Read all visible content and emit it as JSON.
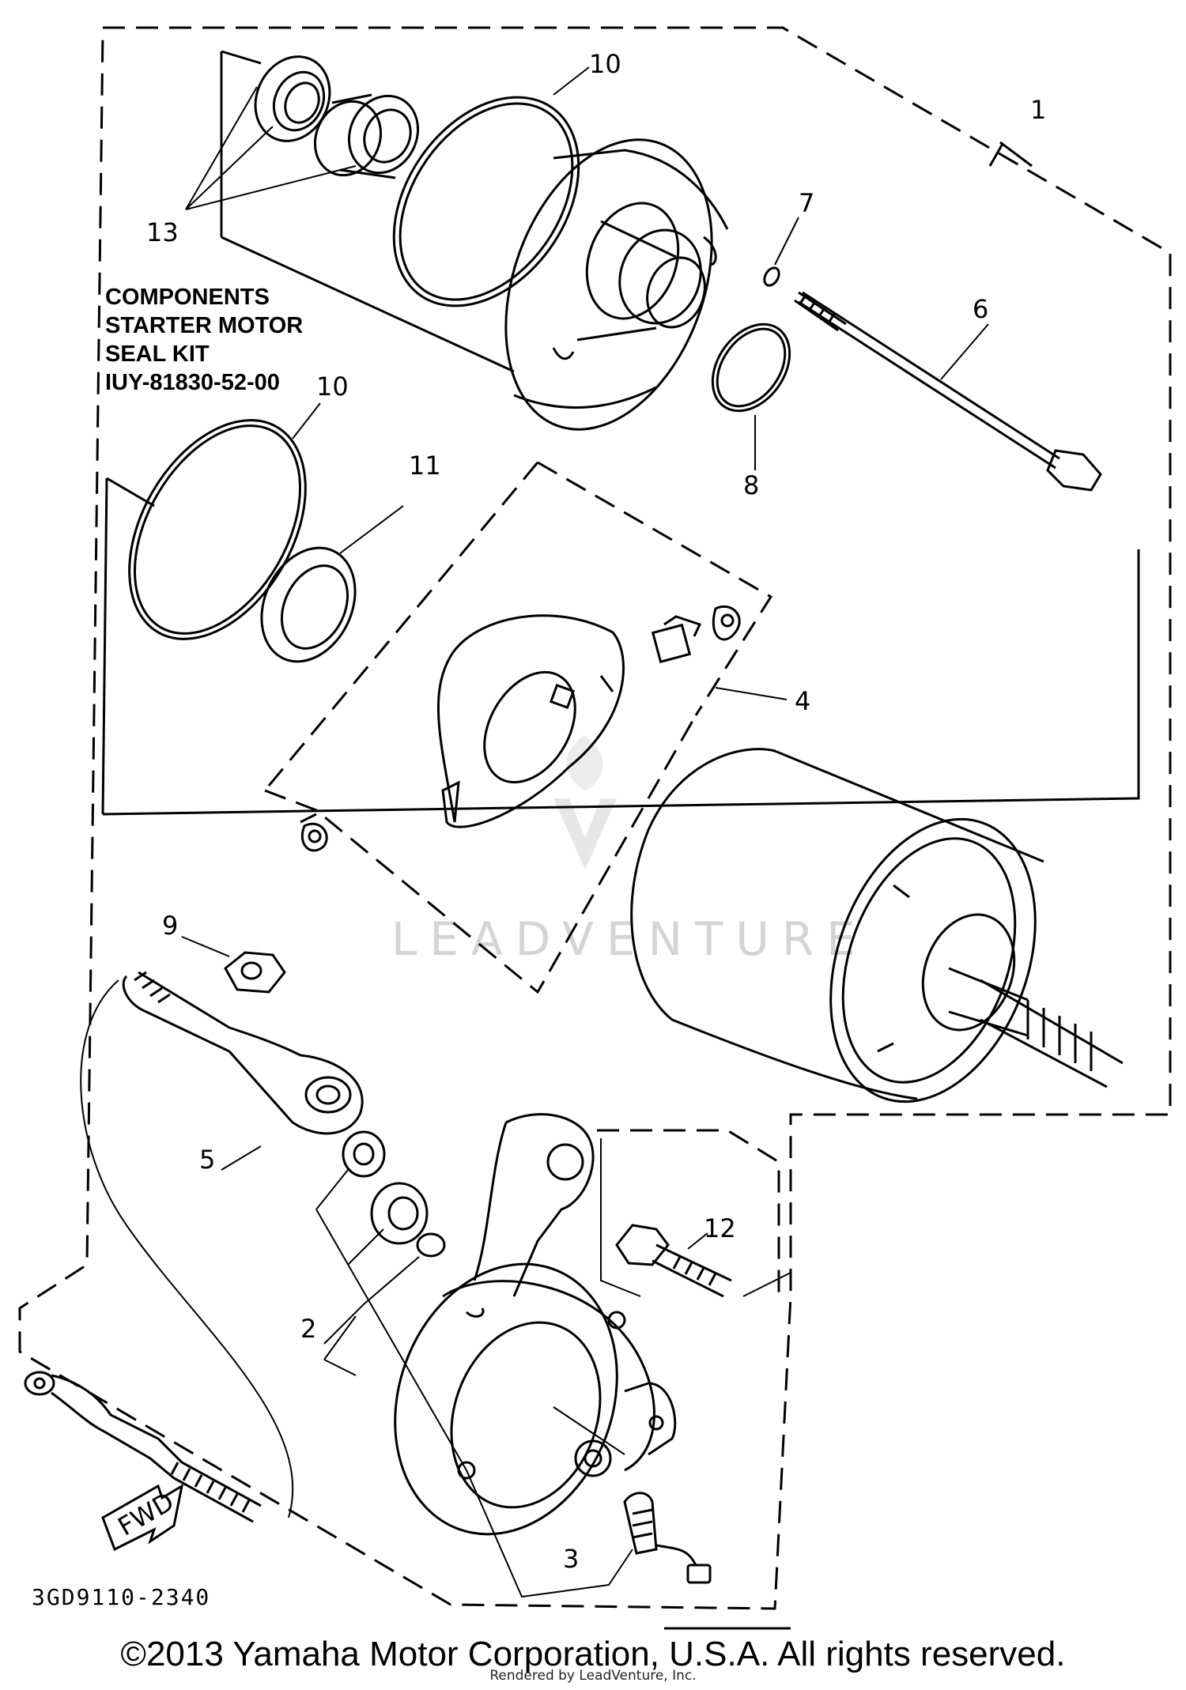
{
  "kit_note": {
    "line1": "COMPONENTS",
    "line2": "STARTER MOTOR",
    "line3": "SEAL KIT",
    "line4": "IUY-81830-52-00"
  },
  "callouts": {
    "c1": "1",
    "c2": "2",
    "c3": "3",
    "c4": "4",
    "c5": "5",
    "c6": "6",
    "c7": "7",
    "c8": "8",
    "c9": "9",
    "c10_top": "10",
    "c10_left": "10",
    "c11": "11",
    "c12": "12",
    "c13": "13"
  },
  "fwd_label": "FWD",
  "drawing_number": "3GD9110-2340",
  "watermark": "LEADVENTURE",
  "copyright": "©2013 Yamaha Motor Corporation, U.S.A. All rights reserved.",
  "rendered_by": "Rendered by LeadVenture, Inc."
}
